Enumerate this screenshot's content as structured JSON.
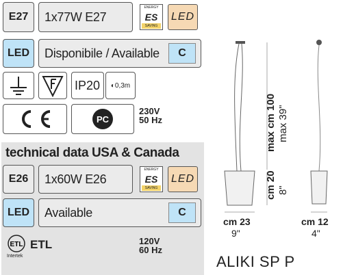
{
  "eu": {
    "e27_code": "E27",
    "e27_spec": "1x77W E27",
    "led_code": "LED",
    "availability": "Disponibile / Available",
    "energy_class": "C",
    "ip_rating": "IP20",
    "cable_length": "0,3m",
    "voltage": "230V",
    "frequency": "50 Hz"
  },
  "us": {
    "header": "technical data USA & Canada",
    "e26_code": "E26",
    "e26_spec": "1x60W E26",
    "led_code": "LED",
    "availability": "Available",
    "energy_class": "C",
    "etl_label": "ETL",
    "intertek_label": "Intertek",
    "voltage": "120V",
    "frequency": "60 Hz"
  },
  "badges": {
    "es_top": "ENERGY",
    "es_big": "ES",
    "es_bottom": "SAVING",
    "led_text": "LED"
  },
  "dimensions": {
    "max_cm": "max cm 100",
    "max_in": "max 39\"",
    "height_cm": "cm 20",
    "height_in": "8\"",
    "width1_cm": "cm 23",
    "width1_in": "9\"",
    "width2_cm": "cm 12",
    "width2_in": "4\""
  },
  "model": "ALIKI SP P"
}
